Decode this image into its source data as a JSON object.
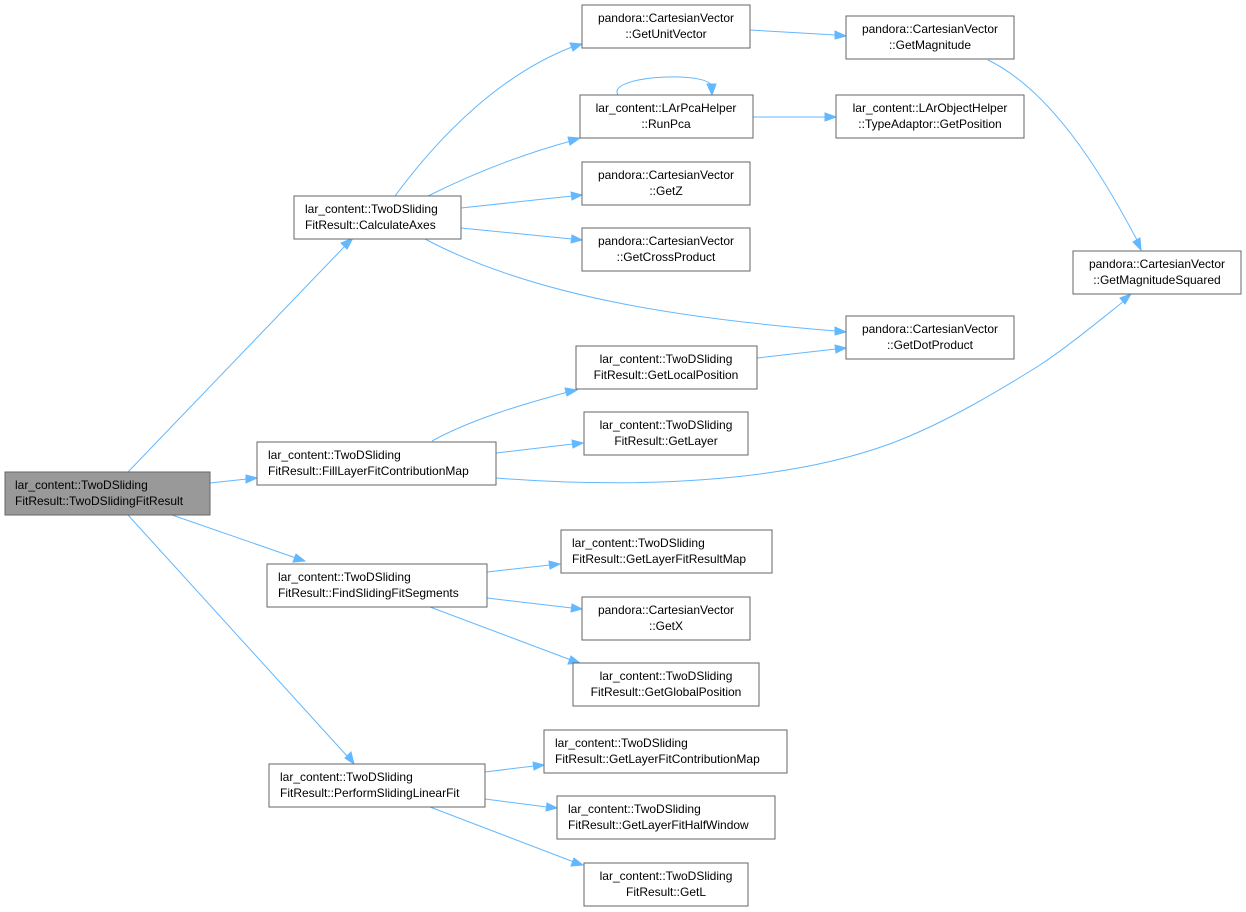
{
  "diagram": {
    "root": {
      "line1": "lar_content::TwoDSliding",
      "line2": "FitResult::TwoDSlidingFitResult"
    },
    "nodes": {
      "getUnitVector": {
        "line1": "pandora::CartesianVector",
        "line2": "::GetUnitVector"
      },
      "getMagnitude": {
        "line1": "pandora::CartesianVector",
        "line2": "::GetMagnitude"
      },
      "runPca": {
        "line1": "lar_content::LArPcaHelper",
        "line2": "::RunPca"
      },
      "getPosition": {
        "line1": "lar_content::LArObjectHelper",
        "line2": "::TypeAdaptor::GetPosition"
      },
      "getZ": {
        "line1": "pandora::CartesianVector",
        "line2": "::GetZ"
      },
      "getCrossProduct": {
        "line1": "pandora::CartesianVector",
        "line2": "::GetCrossProduct"
      },
      "calculateAxes": {
        "line1": "lar_content::TwoDSliding",
        "line2": "FitResult::CalculateAxes"
      },
      "getMagnitudeSquared": {
        "line1": "pandora::CartesianVector",
        "line2": "::GetMagnitudeSquared"
      },
      "getDotProduct": {
        "line1": "pandora::CartesianVector",
        "line2": "::GetDotProduct"
      },
      "getLocalPosition": {
        "line1": "lar_content::TwoDSliding",
        "line2": "FitResult::GetLocalPosition"
      },
      "getLayer": {
        "line1": "lar_content::TwoDSliding",
        "line2": "FitResult::GetLayer"
      },
      "fillLayerFitContributionMap": {
        "line1": "lar_content::TwoDSliding",
        "line2": "FitResult::FillLayerFitContributionMap"
      },
      "getLayerFitResultMap": {
        "line1": "lar_content::TwoDSliding",
        "line2": "FitResult::GetLayerFitResultMap"
      },
      "findSlidingFitSegments": {
        "line1": "lar_content::TwoDSliding",
        "line2": "FitResult::FindSlidingFitSegments"
      },
      "getX": {
        "line1": "pandora::CartesianVector",
        "line2": "::GetX"
      },
      "getGlobalPosition": {
        "line1": "lar_content::TwoDSliding",
        "line2": "FitResult::GetGlobalPosition"
      },
      "getLayerFitContributionMap": {
        "line1": "lar_content::TwoDSliding",
        "line2": "FitResult::GetLayerFitContributionMap"
      },
      "performSlidingLinearFit": {
        "line1": "lar_content::TwoDSliding",
        "line2": "FitResult::PerformSlidingLinearFit"
      },
      "getLayerFitHalfWindow": {
        "line1": "lar_content::TwoDSliding",
        "line2": "FitResult::GetLayerFitHalfWindow"
      },
      "getL": {
        "line1": "lar_content::TwoDSliding",
        "line2": "FitResult::GetL"
      }
    },
    "colors": {
      "edge": "#63b8ff",
      "border": "#666666",
      "root_fill": "#999999",
      "node_fill": "#ffffff"
    }
  }
}
